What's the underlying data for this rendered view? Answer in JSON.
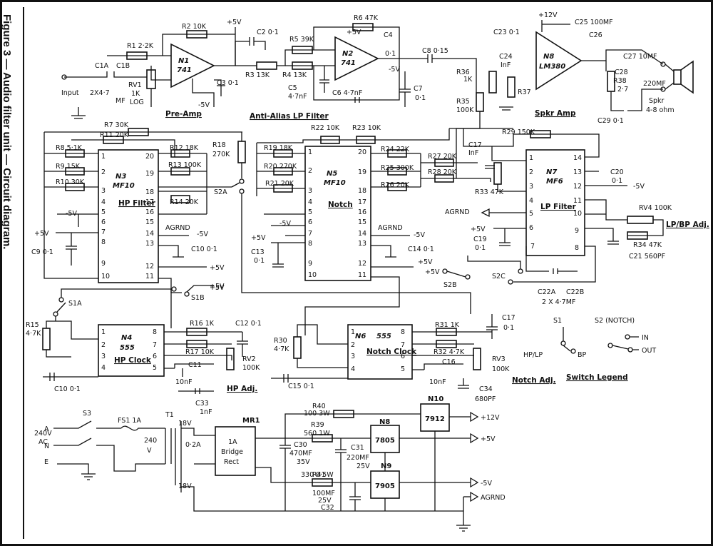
{
  "caption": "Figure 3 — Audio filter unit — Circuit diagram.",
  "titles": {
    "preamp": "Pre-Amp",
    "antialias": "Anti-Alias LP Filter",
    "spkr_amp": "Spkr Amp",
    "hp_filter": "HP Filter",
    "notch": "Notch",
    "lp_filter": "LP Filter",
    "hp_clock": "HP Clock",
    "notch_clock": "Notch Clock",
    "switch_legend": "Switch Legend",
    "hp_adj": "HP Adj.",
    "notch_adj": "Notch Adj.",
    "lpbp_adj": "LP/BP Adj."
  },
  "chips": {
    "n1": [
      "N1",
      "741"
    ],
    "n2": [
      "N2",
      "741"
    ],
    "n8a": [
      "N8",
      "LM380"
    ],
    "n3": [
      "N3",
      "MF10"
    ],
    "n5": [
      "N5",
      "MF10"
    ],
    "n7": [
      "N7",
      "MF6"
    ],
    "n4": [
      "N4",
      "555"
    ],
    "n6": [
      "N6",
      "555"
    ],
    "n8": "N8",
    "n9": "N9",
    "n10": "N10",
    "reg_7805": "7805",
    "reg_7905": "7905",
    "reg_7912": "7912",
    "bridge": [
      "1A",
      "Bridge",
      "Rect"
    ],
    "mr1": "MR1"
  },
  "preamp_labels": {
    "r1": "R1 2·2K",
    "r2": "R2 10K",
    "c1": "C1A",
    "c1b": "C1B",
    "input": "Input",
    "c1val": "2X4·7",
    "mf": "MF",
    "rv1": "RV1",
    "rv1v": "1K",
    "log": "LOG",
    "c2": "C2 0·1",
    "c3": "C3 0·1",
    "p5v": "+5V",
    "m5v": "-5V",
    "r3": "R3 13K"
  },
  "antialias_labels": {
    "r5": "R5 39K",
    "r6": "R6 47K",
    "c4": "C4",
    "c4v": "0·1",
    "r4": "R4 13K",
    "c5": "C5",
    "c5v": "4·7nF",
    "c6": "C6 4·7nF",
    "c7": "C7",
    "c7v": "0·1",
    "c8": "C8 0·15",
    "p5v": "+5V",
    "m5v": "-5V"
  },
  "spkr_labels": {
    "p12v": "+12V",
    "c25": "C25 100MF",
    "c26": "C26",
    "c23": "C23 0·1",
    "c24": "C24",
    "c24v": "InF",
    "r36": "R36",
    "r36v": "1K",
    "r35": "R35",
    "r35v": "100K",
    "r37": "R37",
    "c27": "C27 10MF",
    "c28": "C28",
    "c28v": "220MF",
    "r38": "R38",
    "r38v": "2·7",
    "spkr": "Spkr",
    "ohm": "4-8 ohm",
    "c29": "C29 0·1"
  },
  "hp_labels": {
    "r7": "R7 30K",
    "r11": "R11 20K",
    "r8": "R8 5·1K",
    "r9": "R9 15K",
    "r10": "R10 30K",
    "r12": "R12 18K",
    "r13": "R13 100K",
    "r14": "R14 20K",
    "m5v": "-5V",
    "p5v": "+5V",
    "agrnd": "AGRND",
    "c9": "C9 0·1",
    "c10": "C10 0·1",
    "m5v2": "-5V",
    "p5v2": "+5V",
    "p5v3": "+5V"
  },
  "notch_labels": {
    "r18": "R18",
    "r18v": "270K",
    "r22": "R22 10K",
    "r23": "R23 10K",
    "r19": "R19 18K",
    "r20": "R20 270K",
    "r21": "R21 20K",
    "r24": "R24 22K",
    "r25": "R25 300K",
    "r26": "R26 20K",
    "r27": "R27 20K",
    "r28": "R28 20K",
    "s2a": "S2A",
    "m5v": "-5V",
    "p5v": "+5V",
    "agrnd": "AGRND",
    "m5v2": "-5V",
    "c13": "C13",
    "c13v": "0·1",
    "c14": "C14 0·1",
    "p5v2": "+5V",
    "p5v3": "+5V",
    "s2b": "S2B"
  },
  "lp_labels": {
    "r29": "R29 150K",
    "c17": "C17",
    "c17v": "InF",
    "r33": "R33 47K",
    "agrnd": "AGRND",
    "p5v": "+5V",
    "c19": "C19",
    "c19v": "0·1",
    "c20": "C20",
    "c20v": "0·1",
    "m5v": "-5V",
    "rv4": "RV4 100K",
    "r34": "R34 47K",
    "c21": "C21 560PF",
    "s2c": "S2C",
    "c22a": "C22A",
    "c22b": "C22B",
    "c22v": "2 X 4·7MF"
  },
  "clock_labels": {
    "s1a": "S1A",
    "s1b": "S1B",
    "p5v": "+5V",
    "r15": "R15",
    "r15v": "4·7K",
    "r16": "R16 1K",
    "c12": "C12 0·1",
    "r17": "R17 10K",
    "rv2": "RV2",
    "rv2v": "100K",
    "c11": "C11",
    "c11v": "10nF",
    "c33": "C33",
    "c33v": "1nF",
    "c10": "C10 0·1",
    "r30": "R30",
    "r30v": "4·7K",
    "r31": "R31 1K",
    "c17n": "C17",
    "c17nv": "0·1",
    "r32": "R32 4·7K",
    "rv3": "RV3",
    "rv3v": "100K",
    "c16": "C16",
    "c16v": "10nF",
    "c34": "C34",
    "c34v": "680PF",
    "c15": "C15 0·1"
  },
  "legend": {
    "s1": "S1",
    "s2": "S2 (NOTCH)",
    "in": "IN",
    "out": "OUT",
    "hplp": "HP/LP",
    "bp": "BP"
  },
  "psu_labels": {
    "s3": "S3",
    "fs1": "FS1 1A",
    "t1": "T1",
    "ac": "240V",
    "ac2": "AC",
    "a": "A",
    "n": "N",
    "e": "E",
    "v240": "240",
    "v": "V",
    "v18a": "18V",
    "v18b": "18V",
    "amp": "0·2A",
    "r40": "R40",
    "r40v": "100 3W",
    "r39": "R39",
    "r39v": "560 1W",
    "c30": "C30",
    "c30v": "470MF",
    "c30w": "35V",
    "c31": "C31",
    "c31v": "220MF",
    "c31w": "25V",
    "r41": "R41",
    "r41v": "330 0·5W",
    "c32v": "100MF",
    "c32w": "25V",
    "c32": "C32",
    "o12": "+12V",
    "o5": "+5V",
    "om5": "-5V",
    "oag": "AGRND"
  },
  "pins": {
    "n3l": [
      "1",
      "2",
      "3",
      "4",
      "5",
      "6",
      "7",
      "8",
      "9",
      "10"
    ],
    "n3r": [
      "20",
      "19",
      "18",
      "17",
      "16",
      "15",
      "14",
      "13",
      "12",
      "11"
    ],
    "n7l": [
      "1",
      "2",
      "3",
      "4",
      "5",
      "6",
      "7"
    ],
    "n7r": [
      "14",
      "13",
      "12",
      "11",
      "10",
      "9",
      "8"
    ],
    "n4l": [
      "1",
      "2",
      "3",
      "4"
    ],
    "n4r": [
      "8",
      "7",
      "6",
      "5"
    ]
  }
}
